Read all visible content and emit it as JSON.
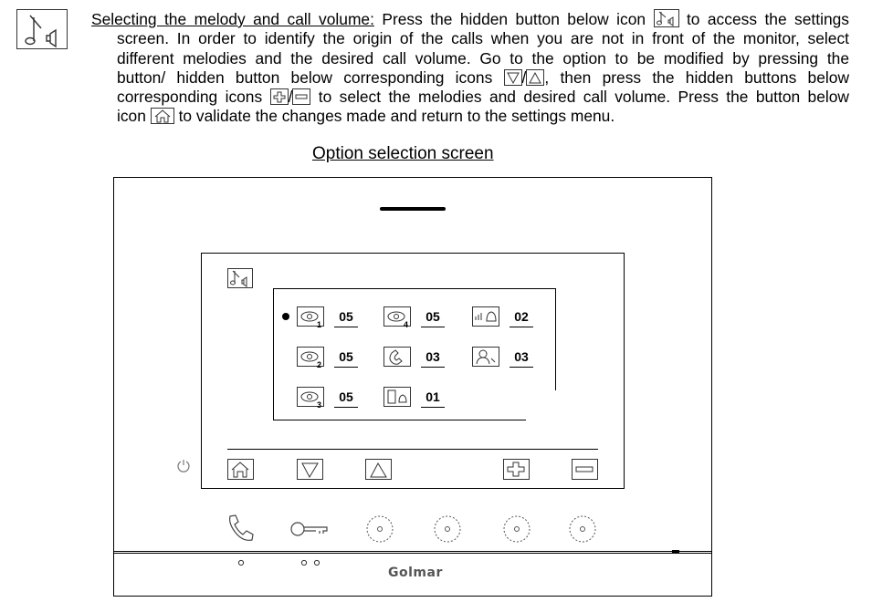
{
  "instructions": {
    "heading": "Selecting the melody and call volume:",
    "line1_rest": "Press the hidden button below icon",
    "line1_end": "to access the settings",
    "line2": "screen. In order to identify the origin of the calls when you are not in front of the monitor, select",
    "line3": "different melodies and the desired call volume. Go to the option to be modified by pressing the",
    "line4_a": "button/ hidden button below corresponding icons",
    "line4_b": "/",
    "line4_c": ", then press the hidden buttons below",
    "line5_a": "corresponding icons",
    "line5_b": "/",
    "line5_c": "to select the melodies and desired call volume. Press the button below",
    "line6_a": "icon",
    "line6_b": "to validate the changes made and return to the settings menu."
  },
  "caption": "Option selection screen",
  "screen": {
    "title_icon": "melody-volume-icon",
    "options": [
      {
        "icon": "camera-icon",
        "sub": "1",
        "value": "05"
      },
      {
        "icon": "camera-icon",
        "sub": "4",
        "value": "05"
      },
      {
        "icon": "bell-volume-icon",
        "sub": "",
        "value": "02"
      },
      {
        "icon": "camera-icon",
        "sub": "2",
        "value": "05"
      },
      {
        "icon": "intercom-handset-icon",
        "sub": "",
        "value": "03"
      },
      {
        "icon": "person-call-icon",
        "sub": "",
        "value": "03"
      },
      {
        "icon": "camera-icon",
        "sub": "3",
        "value": "05"
      },
      {
        "icon": "door-bell-icon",
        "sub": "",
        "value": "01"
      }
    ],
    "bottom_icons": [
      "home-icon",
      "down-icon",
      "up-icon",
      "plus-icon",
      "minus-icon"
    ]
  },
  "monitor": {
    "brand": "Golmar",
    "buttons": [
      "handset-icon",
      "key-icon",
      "hidden-button",
      "hidden-button",
      "hidden-button",
      "hidden-button"
    ]
  }
}
